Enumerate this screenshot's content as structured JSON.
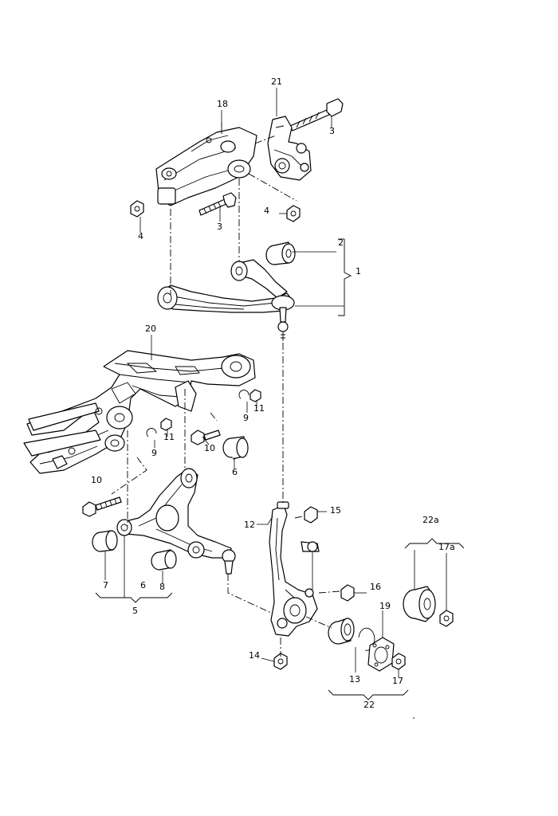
{
  "callouts": {
    "c18": "18",
    "c21": "21",
    "c3a": "3",
    "c3b": "3",
    "c4a": "4",
    "c4b": "4",
    "c2": "2",
    "c1": "1",
    "c20": "20",
    "c9a": "9",
    "c11a": "11",
    "c11b": "11",
    "c9b": "9",
    "c10a": "10",
    "c10b": "10",
    "c6a": "6",
    "c7": "7",
    "c6b": "6",
    "c8": "8",
    "c5": "5",
    "c12": "12",
    "c15": "15",
    "c16": "16",
    "c19": "19",
    "c14": "14",
    "c13": "13",
    "c17": "17",
    "c22": "22",
    "c22a": "22a",
    "c17a": "17a"
  }
}
